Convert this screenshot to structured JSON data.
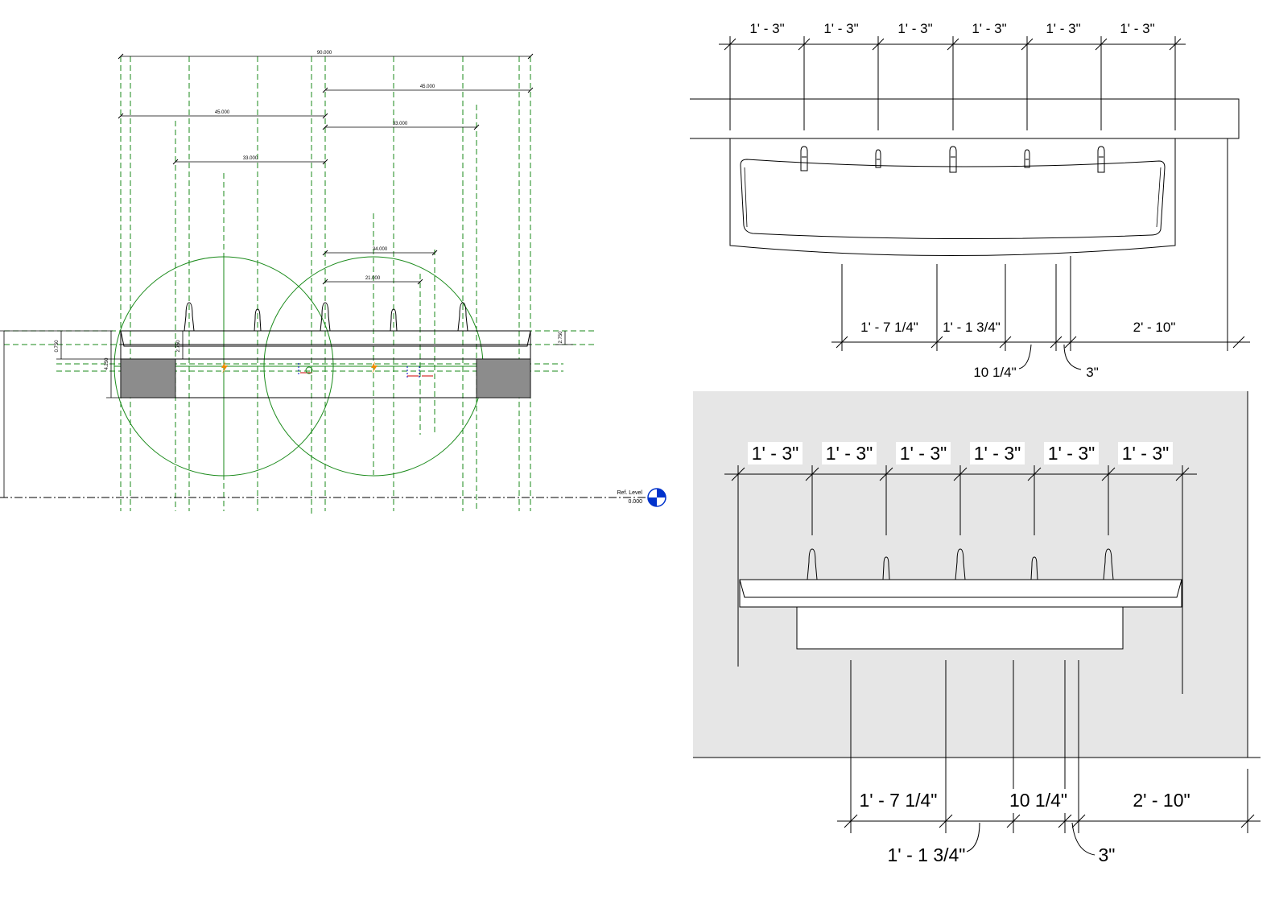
{
  "plan_view": {
    "dimensions": [
      "90.000",
      "45.000",
      "45.000",
      "33.000",
      "33.000",
      "34.000",
      "21.000"
    ],
    "vertical_dims": [
      "0.750",
      "4.250",
      "2.750",
      "2.750"
    ],
    "ref_level": {
      "name": "Ref. Level",
      "elevation": "0.000"
    }
  },
  "top_right_view": {
    "spacing_dims": [
      "1' - 3\"",
      "1' - 3\"",
      "1' - 3\"",
      "1' - 3\"",
      "1' - 3\"",
      "1' - 3\""
    ],
    "bottom_dims": [
      "1' - 7 1/4\"",
      "1' - 1 3/4\"",
      "2' - 10\""
    ],
    "leader_dims": [
      "10 1/4\"",
      "3\""
    ]
  },
  "bottom_right_view": {
    "spacing_dims": [
      "1' - 3\"",
      "1' - 3\"",
      "1' - 3\"",
      "1' - 3\"",
      "1' - 3\"",
      "1' - 3\""
    ],
    "bottom_dims": [
      "1' - 7 1/4\"",
      "10 1/4\"",
      "2' - 10\""
    ],
    "leader_dims": [
      "1' - 1 3/4\"",
      "3\""
    ],
    "background_color": "#e6e6e6"
  }
}
